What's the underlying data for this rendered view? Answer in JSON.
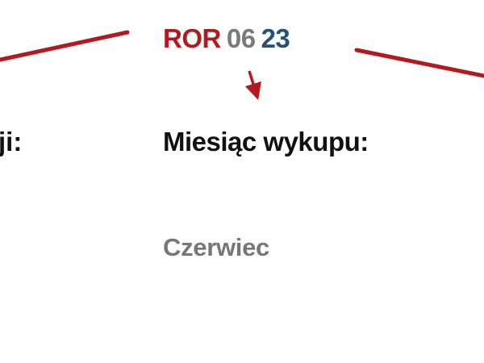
{
  "product_code": {
    "prefix": "ROR",
    "month": "06",
    "year": "23"
  },
  "labels": {
    "left_fragment": "ji:",
    "main": "Miesiąc wykupu:"
  },
  "values": {
    "main": "Czerwiec"
  },
  "colors": {
    "accent_red": "#b3191e",
    "month_gray": "#7a7a7a",
    "year_blue": "#27517a",
    "value_gray": "#777777"
  }
}
